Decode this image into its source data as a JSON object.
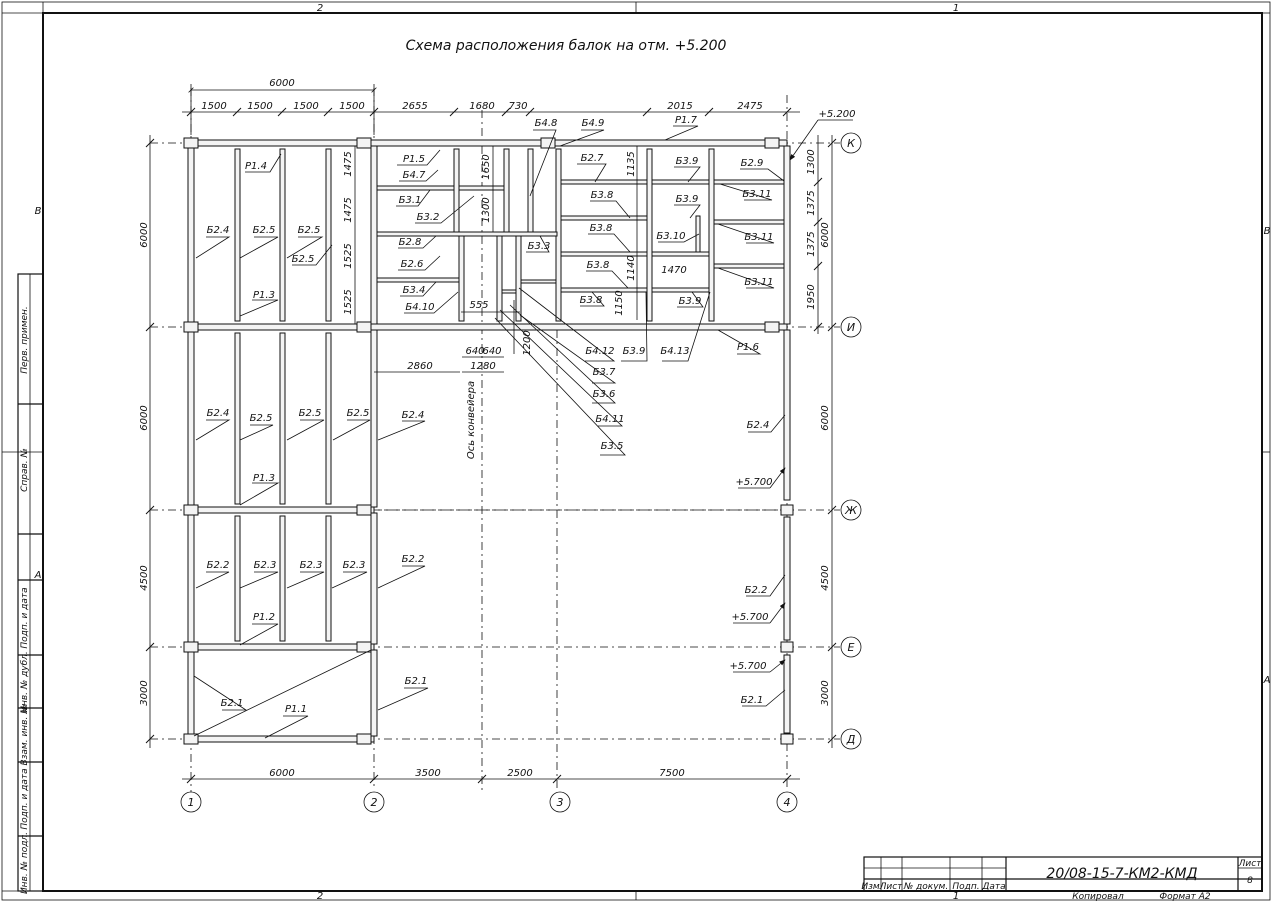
{
  "title": "Схема расположения балок на отм. +5.200",
  "frame": {
    "top_zones": [
      "2",
      "1"
    ],
    "bottom_zones": [
      "2",
      "1"
    ],
    "left_zones": [
      "В",
      "А"
    ],
    "right_zones": [
      "В",
      "А"
    ]
  },
  "side_stamp": [
    "Перв. примен.",
    "Справ. №",
    "Подп. и дата",
    "Инв. № дубл.",
    "Взам. инв. №",
    "Подп. и дата",
    "Инв. № подл."
  ],
  "title_block": {
    "code": "20/08-15-7-КМ2-КМД",
    "sheet_label": "Лист",
    "sheet_number": "8",
    "headers": [
      "Изм.",
      "Лист",
      "№ докум.",
      "Подп.",
      "Дата"
    ],
    "copied": "Копировал",
    "format": "Формат А2"
  },
  "axes_x": [
    "1",
    "2",
    "3",
    "4"
  ],
  "axes_y": [
    "К",
    "И",
    "Ж",
    "Е",
    "Д"
  ],
  "dims_top_total": "6000",
  "dims_top": [
    "1500",
    "1500",
    "1500",
    "1500",
    "2655",
    "1680",
    "730",
    "2015",
    "2475"
  ],
  "dims_bottom": [
    "6000",
    "3500",
    "2500",
    "7500"
  ],
  "dims_left": [
    "6000",
    "6000",
    "4500",
    "3000"
  ],
  "dims_right": [
    "1300",
    "1375",
    "1375",
    "1950",
    "6000",
    "6000",
    "4500",
    "3000"
  ],
  "dims_inner": [
    "1475",
    "1475",
    "1525",
    "1525",
    "1650",
    "1300",
    "1135",
    "1140",
    "1150",
    "1470",
    "555",
    "1200",
    "640",
    "640",
    "1280",
    "2860"
  ],
  "elevations": [
    "+5.200",
    "+5.700",
    "+5.700",
    "+5.700"
  ],
  "conveyor_axis": "Ось конвейера",
  "labels": {
    "r14": "Р1.4",
    "r15": "Р1.5",
    "r17": "Р1.7",
    "r13a": "Р1.3",
    "r13b": "Р1.3",
    "r12": "Р1.2",
    "r11": "Р1.1",
    "r16": "Р1.6",
    "b24a": "Б2.4",
    "b25a": "Б2.5",
    "b25b": "Б2.5",
    "b25c": "Б2.5",
    "b24b": "Б2.4",
    "b25d": "Б2.5",
    "b25e": "Б2.5",
    "b25f": "Б2.5",
    "b24c": "Б2.4",
    "b24d": "Б2.4",
    "b22a": "Б2.2",
    "b23a": "Б2.3",
    "b23b": "Б2.3",
    "b23c": "Б2.3",
    "b22b": "Б2.2",
    "b22c": "Б2.2",
    "b21a": "Б2.1",
    "b21b": "Б2.1",
    "b21c": "Б2.1",
    "b47": "Б4.7",
    "b31": "Б3.1",
    "b32": "Б3.2",
    "b28": "Б2.8",
    "b26": "Б2.6",
    "b34": "Б3.4",
    "b410": "Б4.10",
    "b48": "Б4.8",
    "b49": "Б4.9",
    "b33": "Б3.3",
    "b27": "Б2.7",
    "b38a": "Б3.8",
    "b38b": "Б3.8",
    "b38c": "Б3.8",
    "b38d": "Б3.8",
    "b39a": "Б3.9",
    "b39b": "Б3.9",
    "b39c": "Б3.9",
    "b39d": "Б3.9",
    "b310": "Б3.10",
    "b29": "Б2.9",
    "b311a": "Б3.11",
    "b311b": "Б3.11",
    "b311c": "Б3.11",
    "b412": "Б4.12",
    "b413": "Б4.13",
    "b37": "Б3.7",
    "b36": "Б3.6",
    "b411": "Б4.11",
    "b35": "Б3.5"
  }
}
